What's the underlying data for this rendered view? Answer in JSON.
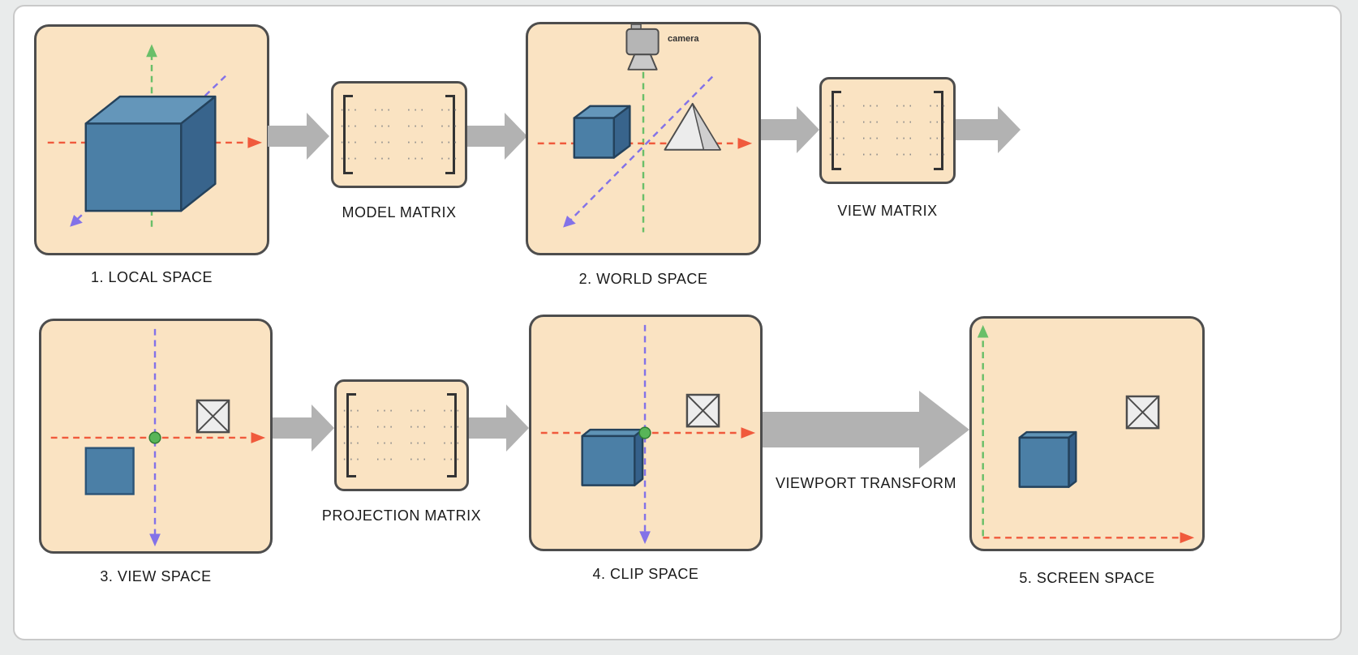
{
  "diagram": {
    "stages": [
      {
        "label": "1. LOCAL SPACE"
      },
      {
        "label": "2. WORLD SPACE"
      },
      {
        "label": "3. VIEW SPACE"
      },
      {
        "label": "4. CLIP SPACE"
      },
      {
        "label": "5. SCREEN SPACE"
      }
    ],
    "matrices": [
      {
        "label": "MODEL MATRIX",
        "row": "···  ···  ···  ···"
      },
      {
        "label": "VIEW MATRIX",
        "row": "···  ···  ···  ···"
      },
      {
        "label": "PROJECTION MATRIX",
        "row": "···  ···  ···  ···"
      }
    ],
    "annotations": {
      "camera": "camera",
      "viewport_transform": "VIEWPORT TRANSFORM"
    },
    "colors": {
      "stage_fill": "#fae3c2",
      "stage_border": "#4d4d4d",
      "arrow_gray": "#b2b2b2",
      "axis_x_red": "#f05a3c",
      "axis_y_green": "#6abf69",
      "axis_z_purple": "#8372e8",
      "cube_blue": "#4b7fa6",
      "origin_dot_green": "#58b558",
      "matrix_dots": "#8a8a8a",
      "panel_border": "#c9c9c9"
    }
  }
}
